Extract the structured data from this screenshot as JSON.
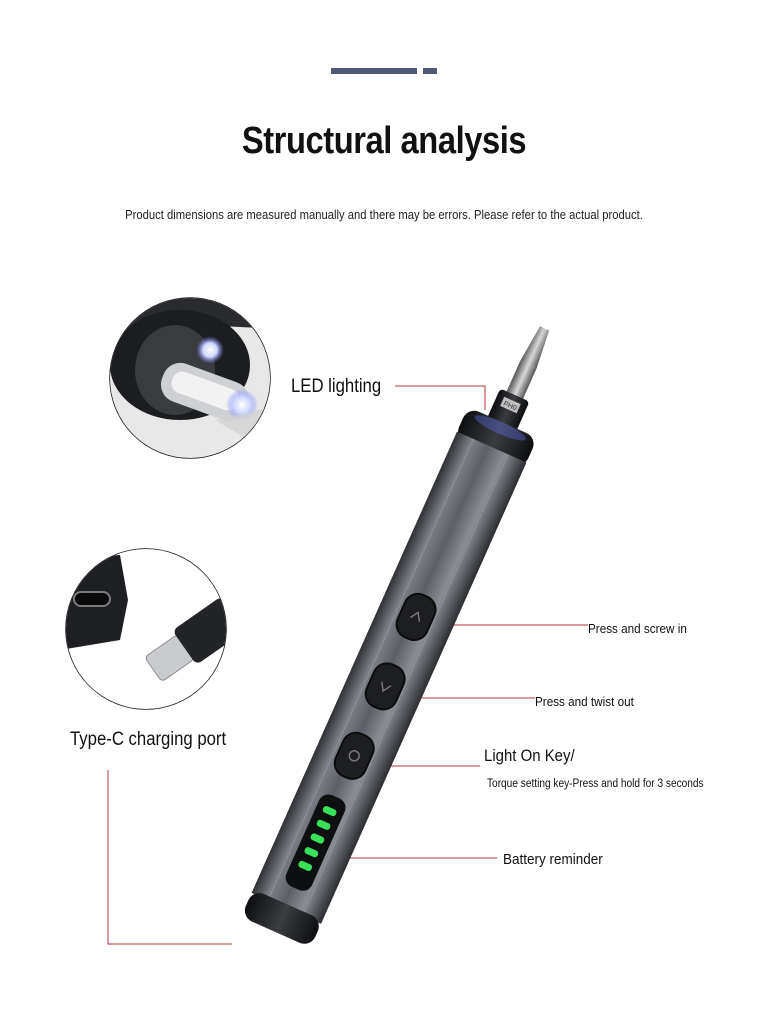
{
  "header": {
    "title": "Structural analysis",
    "subtitle": "Product dimensions are measured manually and there may be errors. Please refer to the actual product."
  },
  "callouts": {
    "led": "LED lighting",
    "typec": "Type-C charging port",
    "screw_in": "Press and screw in",
    "twist_out": "Press and twist out",
    "light_key": "Light On Key/",
    "torque": "Torque setting key-Press and hold for 3 seconds",
    "battery": "Battery reminder"
  },
  "product": {
    "bit_marking": "PH0"
  },
  "colors": {
    "accent_line": "#b0303a",
    "deco_bar": "#4e5a78",
    "battery_led": "#39e05a",
    "body": "#5a5d63"
  }
}
